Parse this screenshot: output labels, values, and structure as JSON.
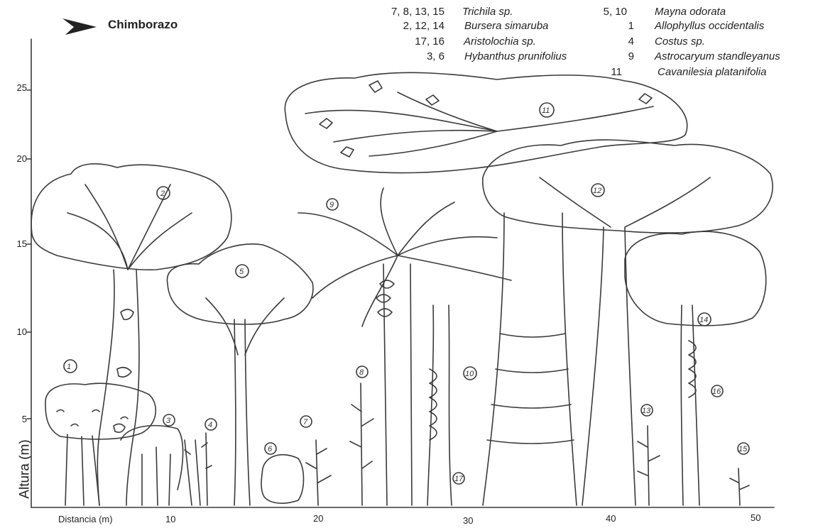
{
  "title": "Chimborazo",
  "axes": {
    "xlabel": "Distancia (m)",
    "ylabel": "Altura  (m)",
    "xticks": [
      "10",
      "20",
      "30",
      "40",
      "50"
    ],
    "yticks": [
      "5",
      "10",
      "15",
      "20",
      "25"
    ]
  },
  "legend": {
    "left": [
      {
        "nums": "7, 8, 13, 15",
        "species": "Trichila sp."
      },
      {
        "nums": "2, 12, 14",
        "species": "Bursera simaruba"
      },
      {
        "nums": "17, 16",
        "species": "Aristolochia sp."
      },
      {
        "nums": "3, 6",
        "species": "Hybanthus prunifolius"
      }
    ],
    "right": [
      {
        "nums": "5, 10",
        "species": "Mayna odorata"
      },
      {
        "nums": "1",
        "species": "Allophyllus occidentalis"
      },
      {
        "nums": "4",
        "species": "Costus sp."
      },
      {
        "nums": "9",
        "species": "Astrocaryum standleyanus"
      },
      {
        "nums": "11",
        "species": "Cavanilesia platanifolia"
      }
    ]
  },
  "tree_labels": [
    "1",
    "2",
    "3",
    "4",
    "5",
    "6",
    "7",
    "8",
    "9",
    "10",
    "11",
    "12",
    "13",
    "14",
    "15",
    "16",
    "17"
  ],
  "colors": {
    "ink": "#333333",
    "background": "#ffffff"
  }
}
